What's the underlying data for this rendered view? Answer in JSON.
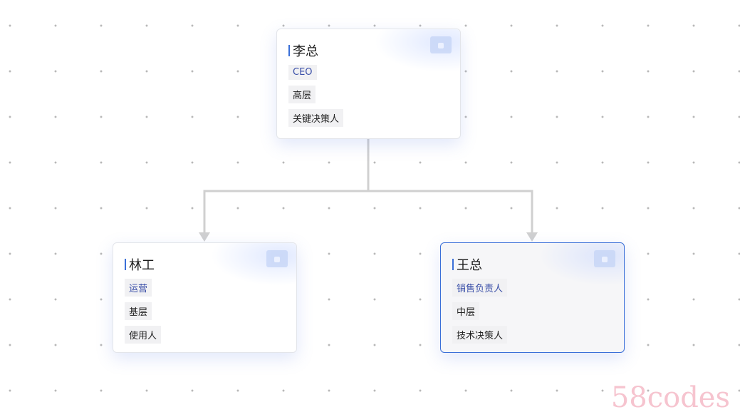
{
  "nodes": [
    {
      "name": "李总",
      "tags": [
        "CEO",
        "高层",
        "关键决策人"
      ]
    },
    {
      "name": "林工",
      "tags": [
        "运营",
        "基层",
        "使用人"
      ]
    },
    {
      "name": "王总",
      "tags": [
        "销售负责人",
        "中层",
        "技术决策人"
      ]
    }
  ],
  "watermark": "58codes",
  "colors": {
    "accent": "#3a6fd8",
    "edge": "#d0d0d0"
  }
}
